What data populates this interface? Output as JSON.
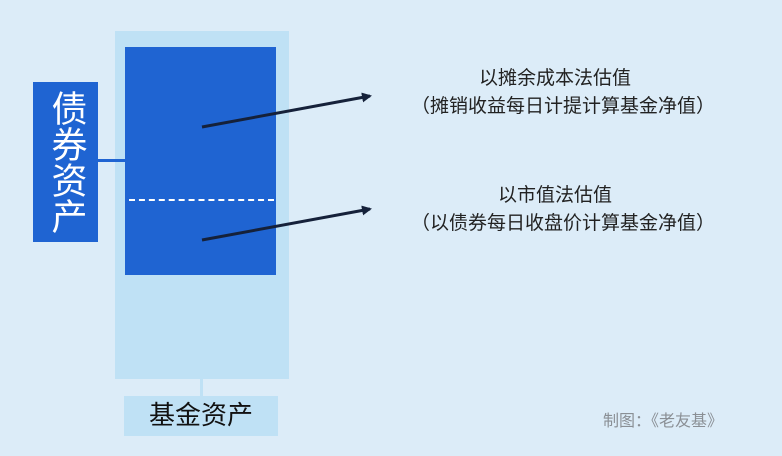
{
  "bond_assets_label": "债券资产",
  "fund_assets_label": "基金资产",
  "annotation_upper": {
    "title": "以摊余成本法估值",
    "subtitle": "（摊销收益每日计提计算基金净值）"
  },
  "annotation_lower": {
    "title": "以市值法估值",
    "subtitle": "（以债券每日收盘价计算基金净值）"
  },
  "credit": "制图：《老友基》",
  "colors": {
    "background": "#dcecf8",
    "fund_box": "#bfe1f5",
    "bond_block": "#1f64d2",
    "arrow": "#15213a"
  }
}
